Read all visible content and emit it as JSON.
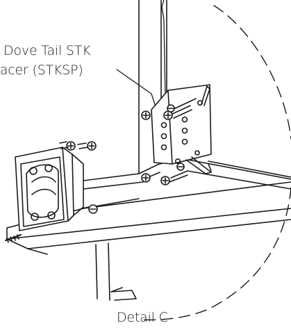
{
  "labels": {
    "callout_line1": ") Dove Tail STK",
    "callout_line2": "pacer (STKSP)",
    "detail_caption": "Detail C"
  },
  "colors": {
    "line": "#1a1a1a",
    "fill": "#ffffff"
  }
}
